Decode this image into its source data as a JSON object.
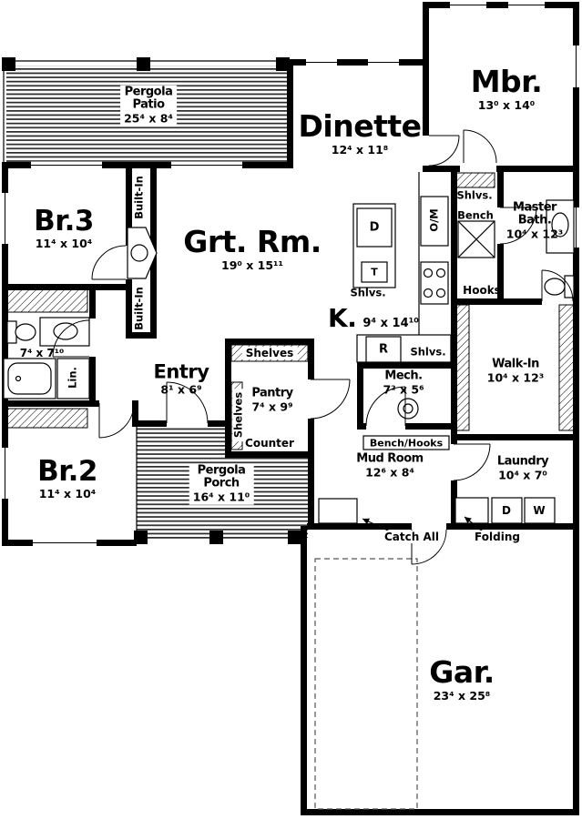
{
  "plan": {
    "rooms": {
      "pergola_patio": {
        "name": "Pergola\nPatio",
        "dim": "25⁴ x 8⁴"
      },
      "mbr": {
        "name": "Mbr.",
        "dim": "13⁰ x 14⁰"
      },
      "dinette": {
        "name": "Dinette",
        "dim": "12⁴ x 11⁸"
      },
      "br3": {
        "name": "Br.3",
        "dim": "11⁴ x 10⁴"
      },
      "great_room": {
        "name": "Grt. Rm.",
        "dim": "19⁰ x 15¹¹"
      },
      "master_bath": {
        "name": "Master\nBath.",
        "dim": "10⁴ x 12³"
      },
      "kitchen": {
        "name": "K.",
        "dim": "9⁴ x 14¹⁰"
      },
      "bath": {
        "dim": "7⁴ x 7¹⁰"
      },
      "entry": {
        "name": "Entry",
        "dim": "8¹ x 6⁹"
      },
      "pantry": {
        "name": "Pantry",
        "dim": "7⁴ x 9⁹"
      },
      "mech": {
        "name": "Mech.",
        "dim": "7² x 5⁶"
      },
      "walk_in": {
        "name": "Walk-In",
        "dim": "10⁴ x 12³"
      },
      "br2": {
        "name": "Br.2",
        "dim": "11⁴ x 10⁴"
      },
      "pergola_porch": {
        "name": "Pergola\nPorch",
        "dim": "16⁴ x 11⁰"
      },
      "mud_room": {
        "name": "Mud Room",
        "dim": "12⁶ x 8⁴"
      },
      "laundry": {
        "name": "Laundry",
        "dim": "10⁴ x 7⁰"
      },
      "garage": {
        "name": "Gar.",
        "dim": "23⁴ x 25⁸"
      }
    },
    "features": {
      "built_in_upper": "Built-In",
      "built_in_lower": "Built-In",
      "shlvs_master": "Shlvs.",
      "bench": "Bench",
      "oven_micro": "O/M",
      "shlvs_island": "Shlvs.",
      "hooks": "Hooks",
      "dishwasher": "D",
      "trash": "T",
      "range": "R",
      "shlvs_range": "Shlvs.",
      "shelves_top": "Shelves",
      "shelves_side": "Shelves",
      "counter": "Counter",
      "linen": "Lin.",
      "bench_hooks": "Bench/Hooks",
      "catch_all": "Catch All",
      "folding": "Folding",
      "dryer": "D",
      "washer": "W"
    }
  }
}
